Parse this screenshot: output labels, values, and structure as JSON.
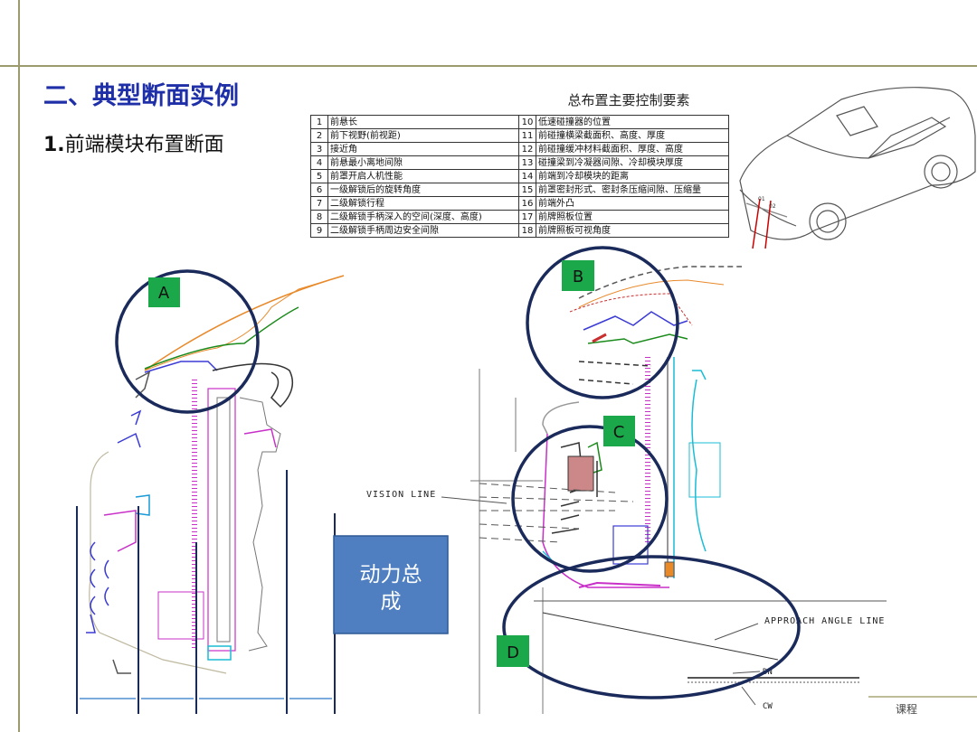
{
  "title": "二、典型断面实例",
  "subtitle": {
    "number": "1.",
    "text": "前端模块布置断面"
  },
  "table": {
    "title": "总布置主要控制要素",
    "rows": [
      {
        "n1": "1",
        "t1": "前悬长",
        "n2": "10",
        "t2": "低速碰撞器的位置"
      },
      {
        "n1": "2",
        "t1": "前下视野(前视距)",
        "n2": "11",
        "t2": "前碰撞横梁截面积、高度、厚度"
      },
      {
        "n1": "3",
        "t1": "接近角",
        "n2": "12",
        "t2": "前碰撞缓冲材料截面积、厚度、高度"
      },
      {
        "n1": "4",
        "t1": "前悬最小离地间隙",
        "n2": "13",
        "t2": "碰撞梁到冷凝器间隙、冷却模块厚度"
      },
      {
        "n1": "5",
        "t1": "前罩开启人机性能",
        "n2": "14",
        "t2": "前端到冷却模块的距离"
      },
      {
        "n1": "6",
        "t1": "一级解锁后的旋转角度",
        "n2": "15",
        "t2": "前罩密封形式、密封条压缩间隙、压缩量"
      },
      {
        "n1": "7",
        "t1": "二级解锁行程",
        "n2": "16",
        "t2": "前端外凸"
      },
      {
        "n1": "8",
        "t1": "二级解锁手柄深入的空间(深度、高度)",
        "n2": "17",
        "t2": "前牌照板位置"
      },
      {
        "n1": "9",
        "t1": "二级解锁手柄周边安全间隙",
        "n2": "18",
        "t2": "前牌照板可视角度"
      }
    ]
  },
  "car_labels": {
    "p1": "01",
    "p2": "02"
  },
  "markers": {
    "a": "A",
    "b": "B",
    "c": "C",
    "d": "D"
  },
  "powertrain_box": {
    "line1": "动力总",
    "line2": "成"
  },
  "annotations": {
    "vision": "VISION LINE",
    "approach": "APPROACH ANGLE LINE",
    "dn": "DN",
    "cw": "CW"
  },
  "footer": "课程",
  "colors": {
    "heading": "#1f2fa8",
    "marker_bg": "#1aa84a",
    "powertrain_bg": "#4f7fc0",
    "circle": "#1a2a5a"
  }
}
